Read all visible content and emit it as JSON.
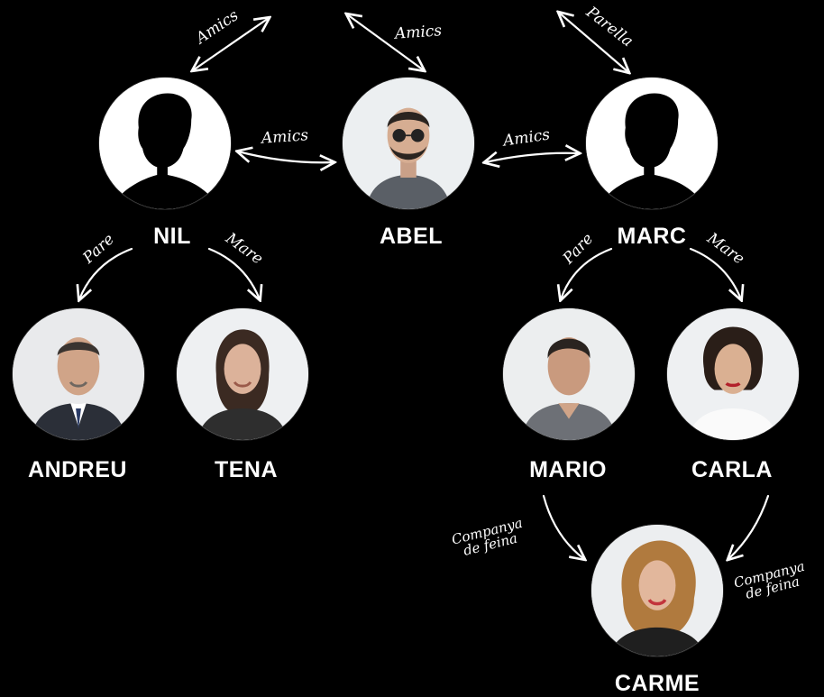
{
  "colors": {
    "background": "#000000",
    "stroke": "#ffffff",
    "portrait_bg": "#f2f2f2"
  },
  "nodes": {
    "nil": {
      "name": "NIL",
      "image": "silhouette-icon"
    },
    "abel": {
      "name": "ABEL",
      "image": "photo-man-sunglasses"
    },
    "marc": {
      "name": "MARC",
      "image": "silhouette-icon"
    },
    "andreu": {
      "name": "ANDREU",
      "image": "photo-man-suit"
    },
    "tena": {
      "name": "TENA",
      "image": "photo-woman-dark-hair"
    },
    "mario": {
      "name": "MARIO",
      "image": "photo-man-shirt"
    },
    "carla": {
      "name": "CARLA",
      "image": "photo-woman-curly-hair"
    },
    "carme": {
      "name": "CARME",
      "image": "photo-woman-blonde"
    }
  },
  "relations": {
    "nil_up": {
      "label": "Amics"
    },
    "abel_up": {
      "label": "Amics"
    },
    "marc_up": {
      "label": "Parella"
    },
    "nil_abel": {
      "label": "Amics"
    },
    "abel_marc": {
      "label": "Amics"
    },
    "nil_andreu": {
      "label": "Pare"
    },
    "nil_tena": {
      "label": "Mare"
    },
    "marc_mario": {
      "label": "Pare"
    },
    "marc_carla": {
      "label": "Mare"
    },
    "mario_carme": {
      "label_line1": "Companya",
      "label_line2": "de feina"
    },
    "carla_carme": {
      "label_line1": "Companya",
      "label_line2": "de feina"
    }
  }
}
